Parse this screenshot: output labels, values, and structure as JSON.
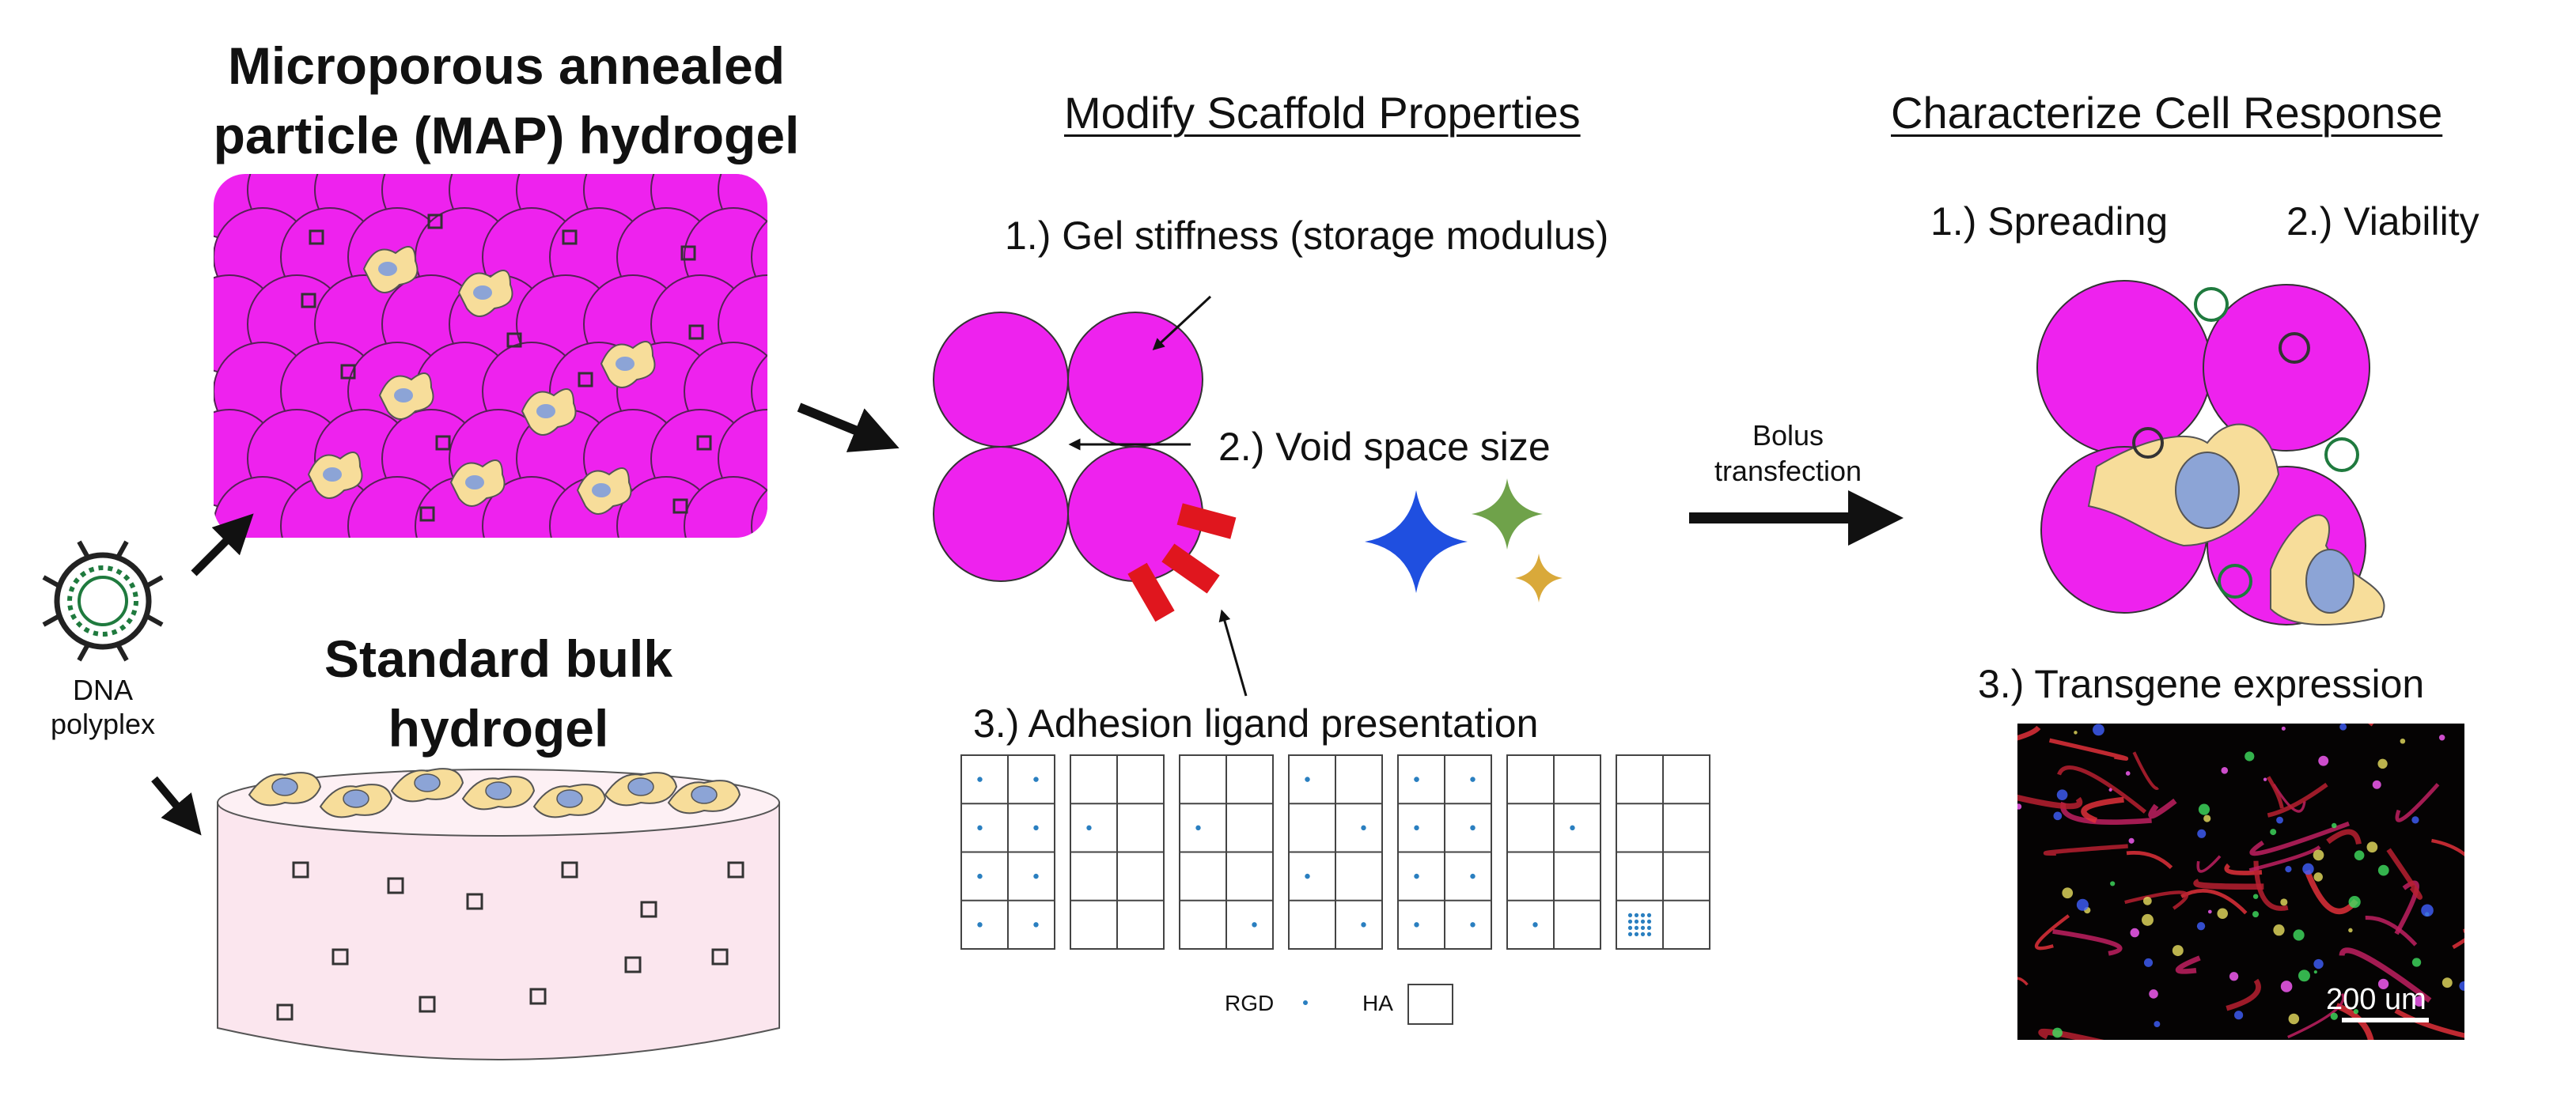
{
  "map_title": [
    "Microporous annealed",
    "particle (MAP) hydrogel"
  ],
  "bulk_title": [
    "Standard bulk",
    "hydrogel"
  ],
  "polyplex_label": [
    "DNA",
    "polyplex"
  ],
  "modify_heading": "Modify Scaffold Properties",
  "modify_items": {
    "stiffness": "1.) Gel stiffness (storage modulus)",
    "void": "2.) Void space size",
    "adhesion": "3.) Adhesion ligand presentation"
  },
  "bolus_label": [
    "Bolus",
    "transfection"
  ],
  "characterize_heading": "Characterize Cell Response",
  "characterize_items": {
    "spreading": "1.) Spreading",
    "viability": "2.) Viability",
    "transgene": "3.) Transgene expression"
  },
  "scale_bar": "200 um",
  "legend": {
    "rgd": "RGD",
    "ha": "HA"
  },
  "colors": {
    "microgel": "#ee22ee",
    "cell": "#f7dd9a",
    "nucleus": "#8ca4d6",
    "bulk_gel": "#fbe6ee",
    "arrow": "#111111",
    "ligand": "#e0161e",
    "rgd_dot": "#2a7fc0",
    "void_star_large": "#1f4fe0",
    "void_star_medium": "#6fa24a",
    "void_star_small": "#d9a93a"
  }
}
